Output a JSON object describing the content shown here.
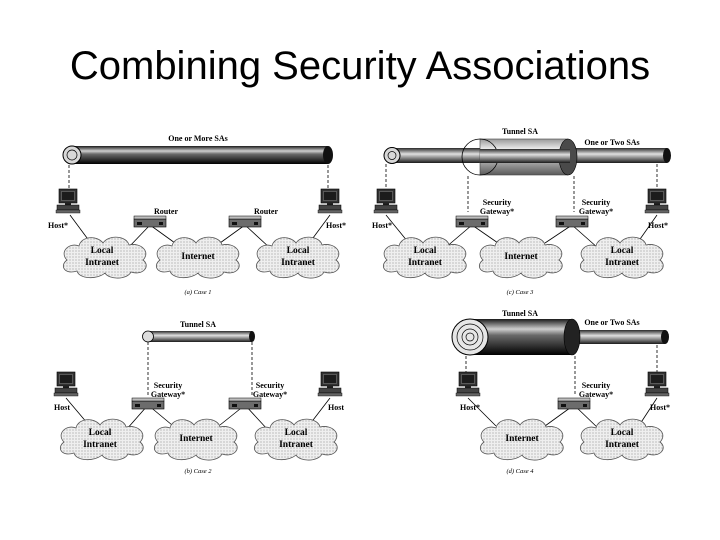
{
  "title": "Combining Security Associations",
  "panels": {
    "case1": {
      "caption": "(a) Case 1",
      "tunnel_label": "One or More SAs",
      "left_host": "Host*",
      "right_host": "Host*",
      "left_device": "Router",
      "right_device": "Router",
      "left_cloud": [
        "Local",
        "Intranet"
      ],
      "center_cloud": "Internet",
      "right_cloud": [
        "Local",
        "Intranet"
      ]
    },
    "case3": {
      "caption": "(c) Case 3",
      "tunnel_label": "Tunnel SA",
      "outer_label": "One or Two SAs",
      "left_host": "Host*",
      "right_host": "Host*",
      "left_device": [
        "Security",
        "Gateway*"
      ],
      "right_device": [
        "Security",
        "Gateway*"
      ],
      "left_cloud": [
        "Local",
        "Intranet"
      ],
      "center_cloud": "Internet",
      "right_cloud": [
        "Local",
        "Intranet"
      ]
    },
    "case2": {
      "caption": "(b) Case 2",
      "tunnel_label": "Tunnel SA",
      "left_host": "Host",
      "right_host": "Host",
      "left_device": [
        "Security",
        "Gateway*"
      ],
      "right_device": [
        "Security",
        "Gateway*"
      ],
      "left_cloud": [
        "Local",
        "Intranet"
      ],
      "center_cloud": "Internet",
      "right_cloud": [
        "Local",
        "Intranet"
      ]
    },
    "case4": {
      "caption": "(d) Case 4",
      "tunnel_label": "Tunnel SA",
      "outer_label": "One or Two SAs",
      "left_host": "Host*",
      "right_host": "Host*",
      "right_device": [
        "Security",
        "Gateway*"
      ],
      "center_cloud": "Internet",
      "right_cloud": [
        "Local",
        "Intranet"
      ]
    }
  }
}
